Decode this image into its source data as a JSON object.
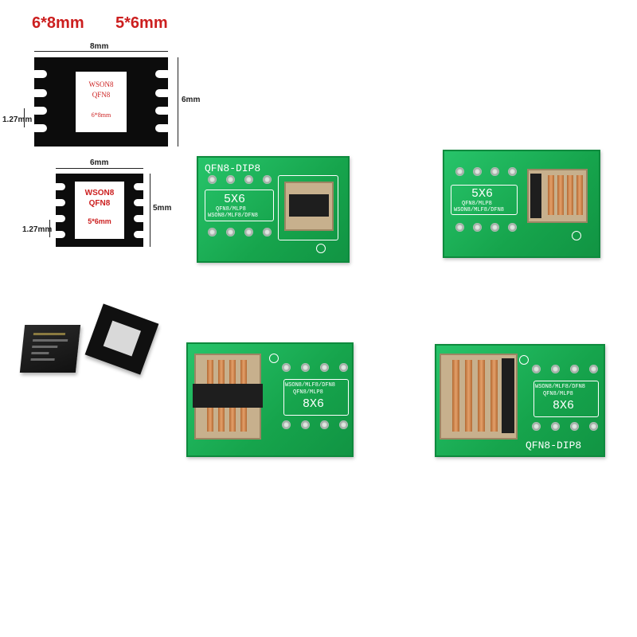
{
  "titles": {
    "size_a": "6*8mm",
    "size_b": "5*6mm"
  },
  "chip_large": {
    "width_label": "8mm",
    "height_label": "6mm",
    "pitch_label": "1.27mm",
    "label_line1": "WSON8",
    "label_line2": "QFN8",
    "label_line3": "6*8mm"
  },
  "chip_small": {
    "width_label": "6mm",
    "height_label": "5mm",
    "pitch_label": "1.27mm",
    "label_line1": "WSON8",
    "label_line2": "QFN8",
    "label_line3": "5*6mm"
  },
  "boards": {
    "b1": {
      "header": "QFN8-DIP8",
      "size": "5X6",
      "line1": "QFN8/MLP8",
      "line2": "WSON8/MLF8/DFN8"
    },
    "b2": {
      "size": "5X6",
      "line1": "QFN8/MLP8",
      "line2": "WSON8/MLF8/DFN8"
    },
    "b3": {
      "size": "8X6",
      "line1": "WSON8/MLF8/DFN8",
      "line2": "QFN8/MLP8"
    },
    "b4": {
      "footer": "QFN8-DIP8",
      "size": "8X6",
      "line1": "WSON8/MLF8/DFN8",
      "line2": "QFN8/MLP8"
    }
  },
  "colors": {
    "title_red": "#cc1f1f",
    "pcb_green": "#1fb25a",
    "chip_black": "#0c0c0c"
  }
}
